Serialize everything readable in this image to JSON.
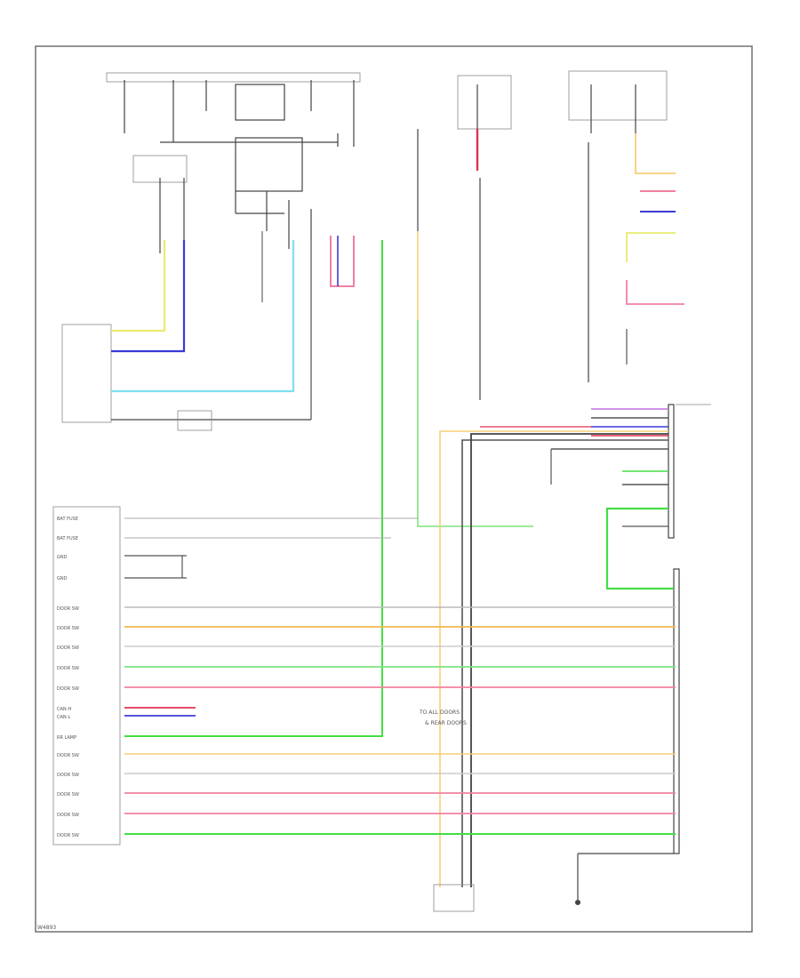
{
  "diagram": {
    "left_module_signals": [
      "BAT FUSE",
      "BAT FUSE",
      "GND",
      "GND",
      "DOOR SW",
      "DOOR SW",
      "DOOR SW",
      "DOOR SW",
      "DOOR SW",
      "CAN-H",
      "CAN-L",
      "RR LAMP",
      "DOOR SW",
      "DOOR SW",
      "DOOR SW",
      "DOOR SW",
      "DOOR SW"
    ],
    "bottom_note_line1": "TO ALL DOORS",
    "bottom_note_line2": "& REAR DOORS",
    "footer_code": "W4893"
  },
  "colors": {
    "yellow": "#e8ea70",
    "blue": "#3b3bd6",
    "cyan": "#7fe0f0",
    "green": "#44dd44",
    "orange": "#f2b84b",
    "pink": "#f080a0",
    "red": "#e03050",
    "light_green": "#7ee37e",
    "light_orange": "#f6cf78"
  }
}
